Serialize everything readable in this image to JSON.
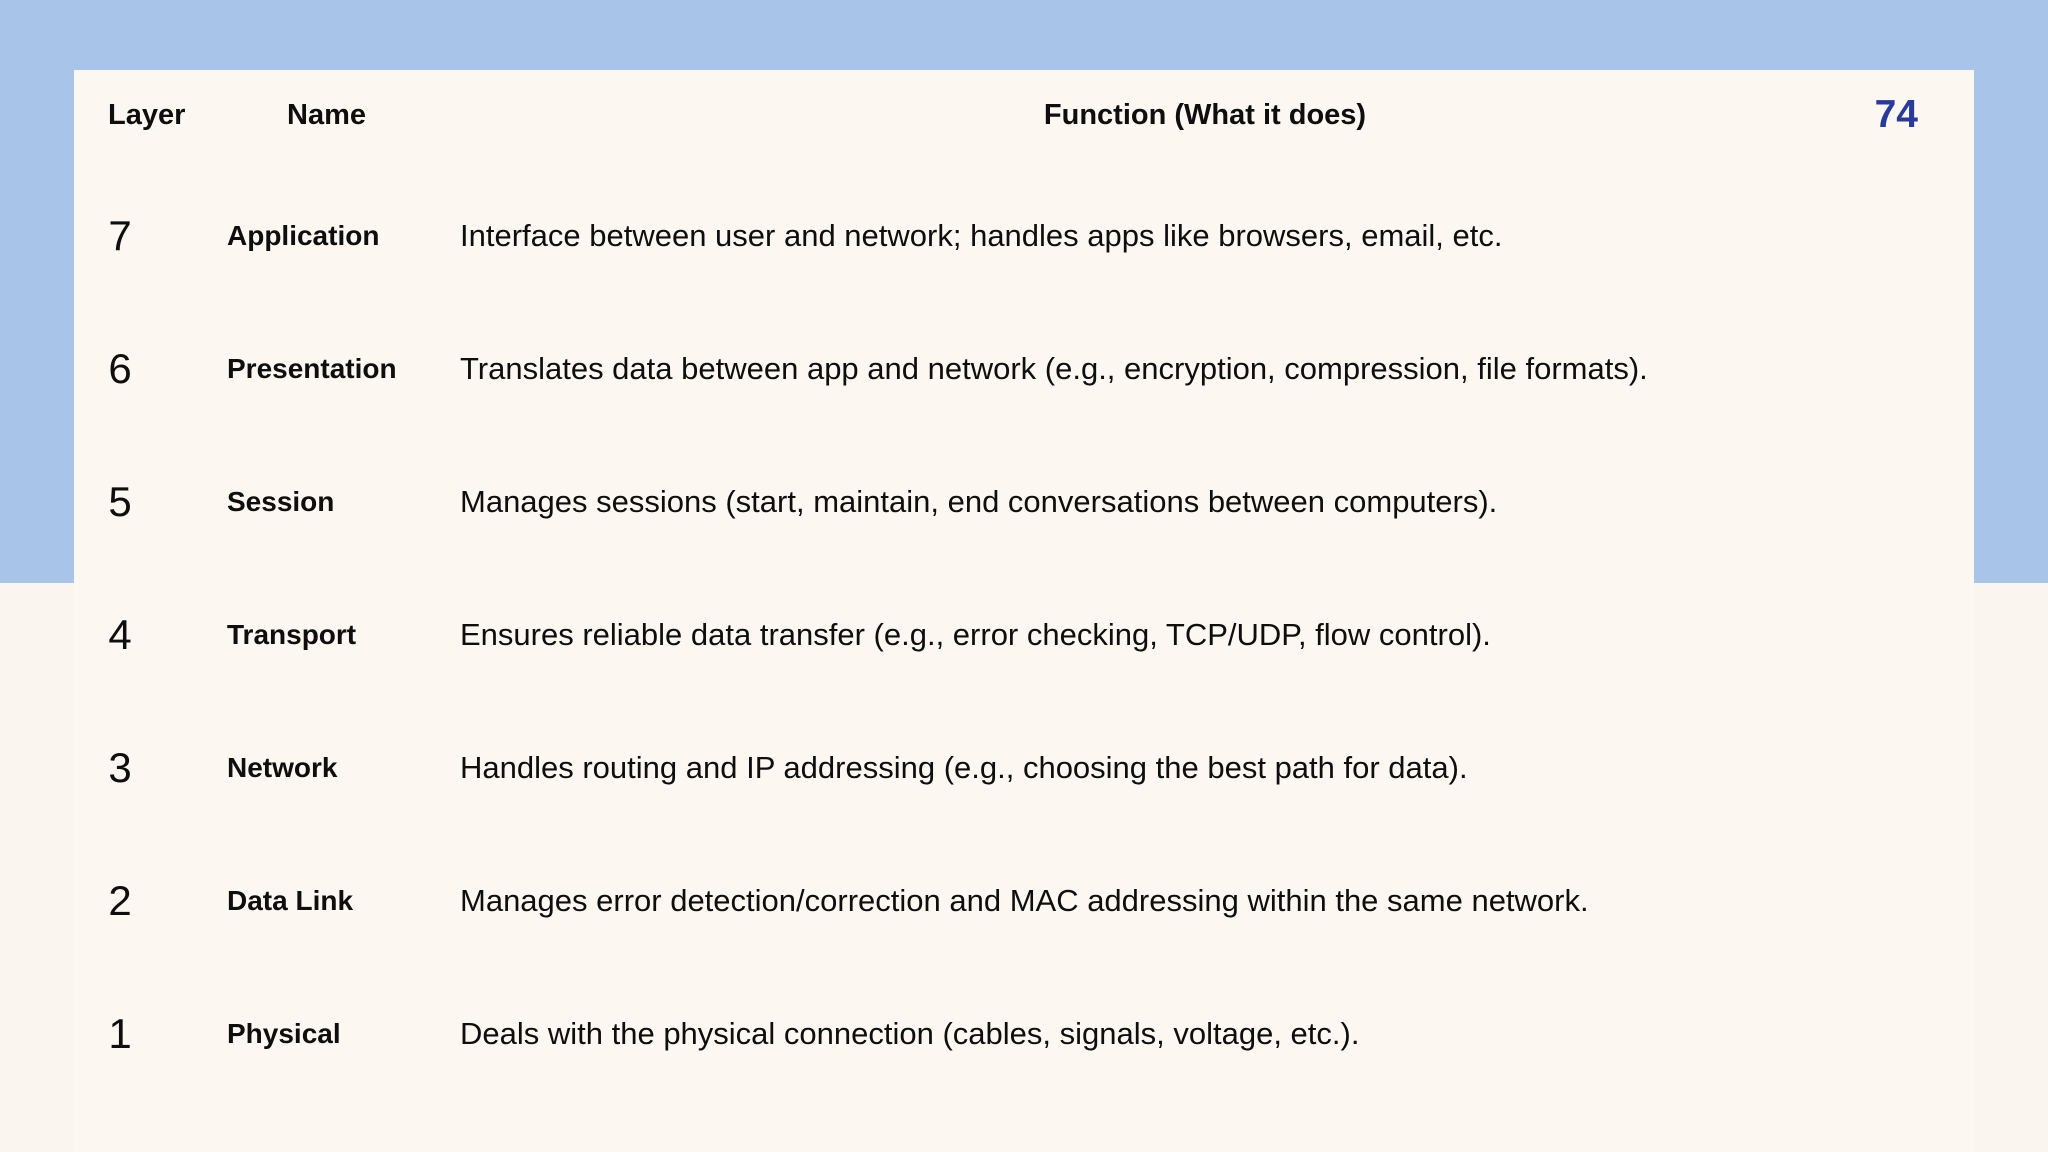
{
  "colors": {
    "band_blue": "#a9c4e9",
    "page_cream": "#fbf5ef",
    "card_cream": "#fcf7f1",
    "text": "#0e0e0e",
    "page_number_blue": "#2a3a9c"
  },
  "header": {
    "layer": "Layer",
    "name": "Name",
    "function": "Function (What it does)",
    "page_number": "74"
  },
  "rows": [
    {
      "layer": "7",
      "name": "Application",
      "function": "Interface between user and network; handles apps like browsers, email, etc."
    },
    {
      "layer": "6",
      "name": "Presentation",
      "function": "Translates data between app and network (e.g., encryption, compression, file formats)."
    },
    {
      "layer": "5",
      "name": "Session",
      "function": "Manages sessions (start, maintain, end conversations between computers)."
    },
    {
      "layer": "4",
      "name": "Transport",
      "function": "Ensures reliable data transfer (e.g., error checking, TCP/UDP, flow control)."
    },
    {
      "layer": "3",
      "name": "Network",
      "function": "Handles routing and IP addressing (e.g., choosing the best path for data)."
    },
    {
      "layer": "2",
      "name": "Data Link",
      "function": "Manages error detection/correction and MAC addressing within the same network."
    },
    {
      "layer": "1",
      "name": "Physical",
      "function": "Deals with the physical connection (cables, signals, voltage, etc.)."
    }
  ]
}
